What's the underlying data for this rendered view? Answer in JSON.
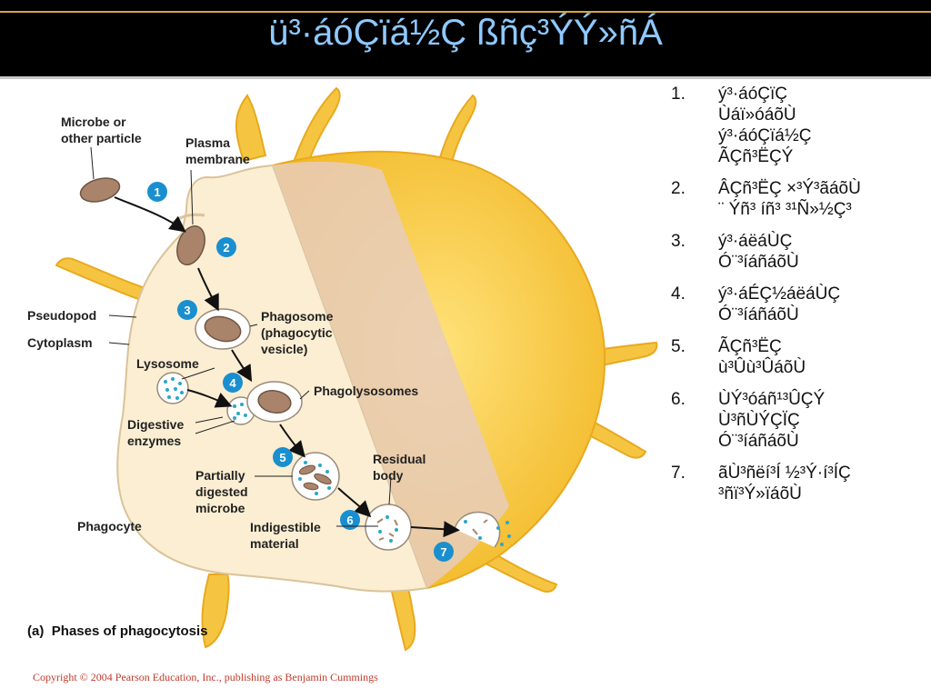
{
  "slide": {
    "title": "ü³·áóÇïá½Ç ßñç³ÝÝ»ñÁ",
    "copyright": "Copyright © 2004 Pearson Education, Inc., publishing as Benjamin Cummings"
  },
  "colors": {
    "title_bg": "#000000",
    "title_text": "#8ec9ff",
    "cell_body": "#fbeed2",
    "pseudopod": "#f5c542",
    "step_circle": "#1a8fd0",
    "microbe": "#a9846b",
    "enzyme_dots": "#2aa7c9",
    "copyright": "#c0392b"
  },
  "diagram": {
    "labels": {
      "microbe": [
        "Microbe or",
        "other particle"
      ],
      "plasma_membrane": [
        "Plasma",
        "membrane"
      ],
      "pseudopod": "Pseudopod",
      "cytoplasm": "Cytoplasm",
      "phagosome": [
        "Phagosome",
        "(phagocytic",
        "vesicle)"
      ],
      "lysosome": "Lysosome",
      "phagolysosomes": "Phagolysosomes",
      "digestive_enzymes": [
        "Digestive",
        "enzymes"
      ],
      "residual_body": [
        "Residual",
        "body"
      ],
      "partially_digested": [
        "Partially",
        "digested",
        "microbe"
      ],
      "indigestible": [
        "Indigestible",
        "material"
      ],
      "phagocyte": "Phagocyte"
    },
    "step_numbers": [
      "1",
      "2",
      "3",
      "4",
      "5",
      "6",
      "7"
    ],
    "caption": {
      "letter": "(a)",
      "text": "Phases of phagocytosis"
    }
  },
  "steps": [
    {
      "num": "1.",
      "text": "ý³·áóÇïÇ\nÙáï»óáõÙ\ný³·áóÇïá½Ç\nÃÇñ³ËÇÝ"
    },
    {
      "num": "2.",
      "text": "ÂÇñ³ËÇ  ×³Ý³ãáõÙ\n¨ Ýñ³ íñ³ ³¹Ñ»½Ç³"
    },
    {
      "num": "3.",
      "text": "ý³·áëáÙÇ\nÓ¨³íáñáõÙ"
    },
    {
      "num": "4.",
      "text": "ý³·áÉÇ½áëáÙÇ\nÓ¨³íáñáõÙ"
    },
    {
      "num": "5.",
      "text": "ÃÇñ³ËÇ\nù³Ûù³ÛáõÙ"
    },
    {
      "num": "6.",
      "text": "ÙÝ³óáñ¹³ÛÇÝ\nÙ³ñÙÝÇÏÇ\nÓ¨³íáñáõÙ"
    },
    {
      "num": "7.",
      "text": "ãÙ³ñëí³Í ½³Ý·í³ÍÇ\n³ñï³Ý»ïáõÙ"
    }
  ]
}
